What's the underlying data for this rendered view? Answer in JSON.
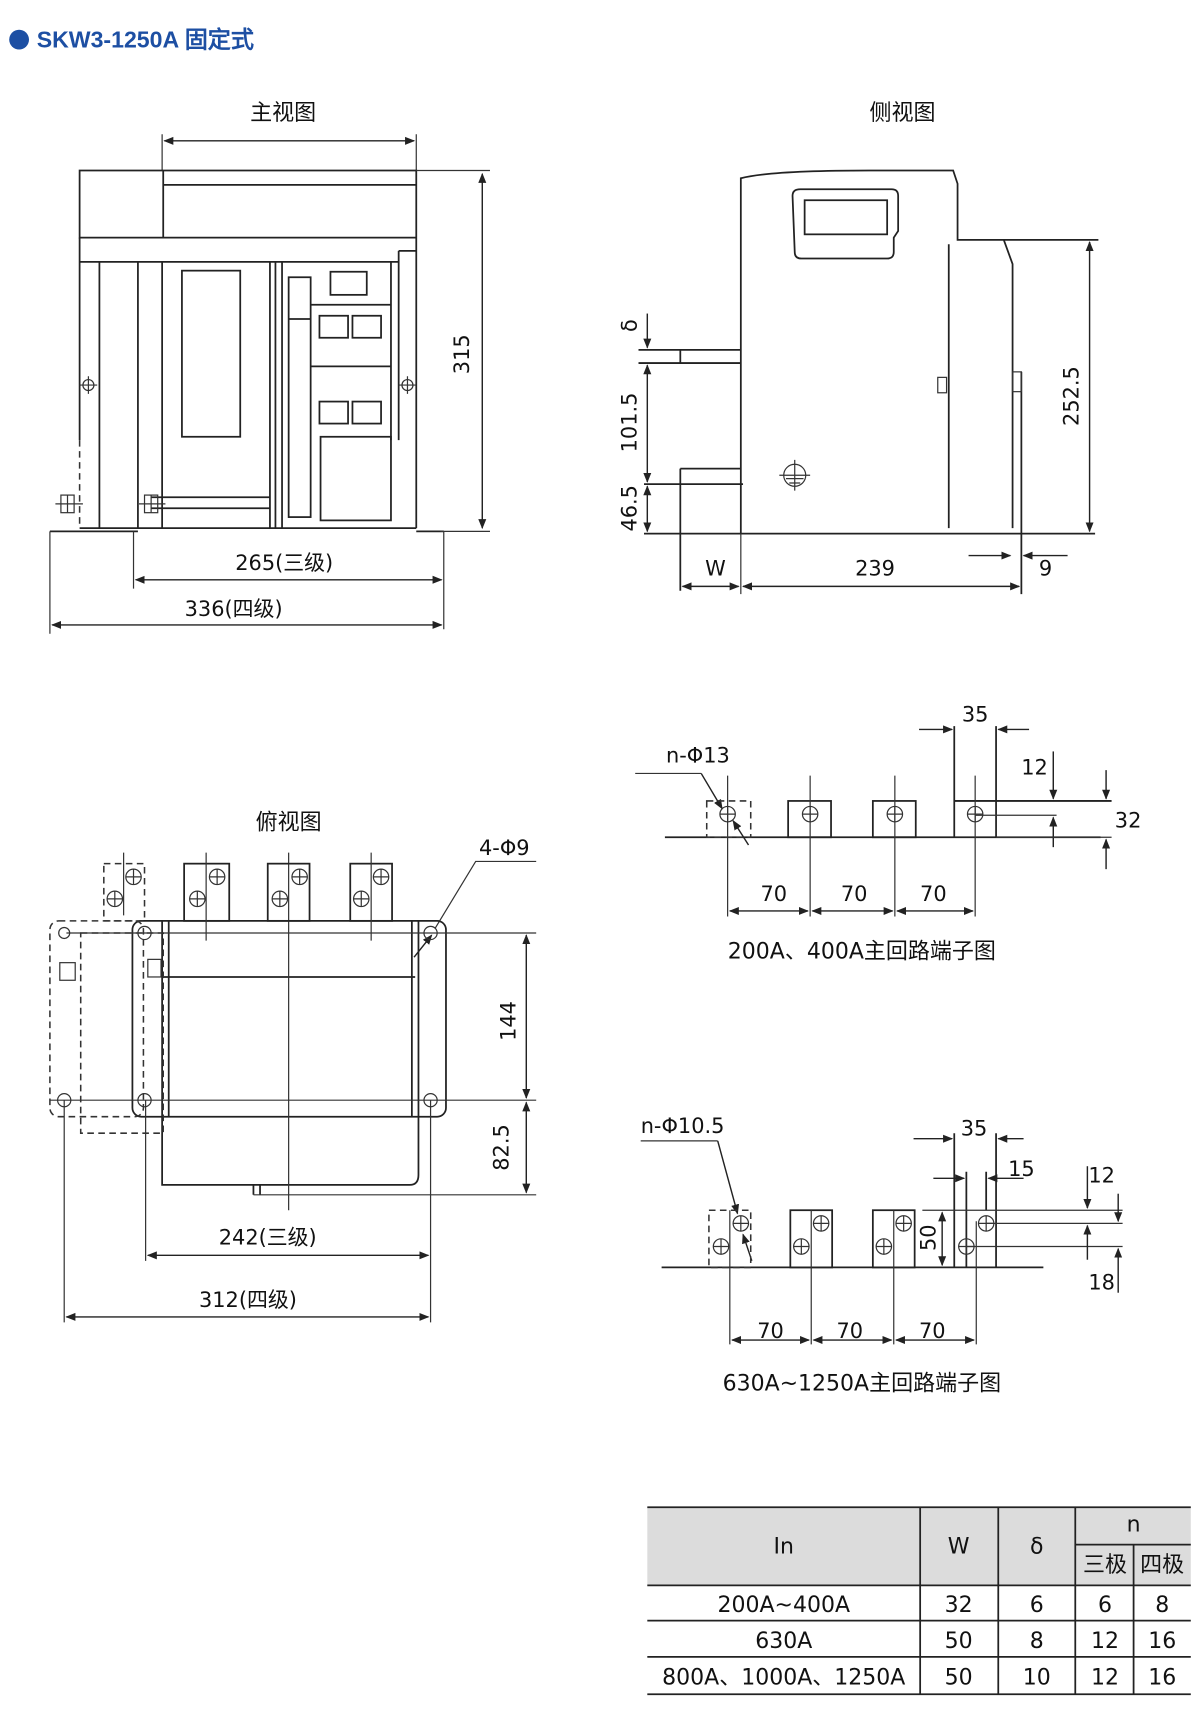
{
  "header": {
    "title": "SKW3-1250A 固定式",
    "accent_color": "#1d4fa3"
  },
  "front_view": {
    "label": "主视图",
    "height": "315",
    "width_3p": "265(三级)",
    "width_4p": "336(四级)"
  },
  "side_view": {
    "label": "侧视图",
    "delta": "δ",
    "d1": "101.5",
    "d2": "46.5",
    "w": "W",
    "depth": "239",
    "offset": "9",
    "height": "252.5"
  },
  "top_view": {
    "label": "俯视图",
    "holes": "4-Φ9",
    "d1": "144",
    "d2": "82.5",
    "width_3p": "242(三级)",
    "width_4p": "312(四级)"
  },
  "terminal_small": {
    "caption": "200A、400A主回路端子图",
    "hole": "n-Φ13",
    "pitch": [
      "70",
      "70",
      "70"
    ],
    "width": "35",
    "hole_offset": "12",
    "height": "32"
  },
  "terminal_large": {
    "caption": "630A~1250A主回路端子图",
    "hole": "n-Φ10.5",
    "pitch": [
      "70",
      "70",
      "70"
    ],
    "width": "35",
    "hole_gap": "15",
    "height": "50",
    "hole_offset_top": "12",
    "hole_offset_bottom": "18"
  },
  "table": {
    "headers": {
      "in": "In",
      "w": "W",
      "delta": "δ",
      "n": "n",
      "n3": "三极",
      "n4": "四极"
    },
    "rows": [
      {
        "in": "200A~400A",
        "w": "32",
        "delta": "6",
        "n3": "6",
        "n4": "8"
      },
      {
        "in": "630A",
        "w": "50",
        "delta": "8",
        "n3": "12",
        "n4": "16"
      },
      {
        "in": "800A、1000A、1250A",
        "w": "50",
        "delta": "10",
        "n3": "12",
        "n4": "16"
      }
    ]
  }
}
